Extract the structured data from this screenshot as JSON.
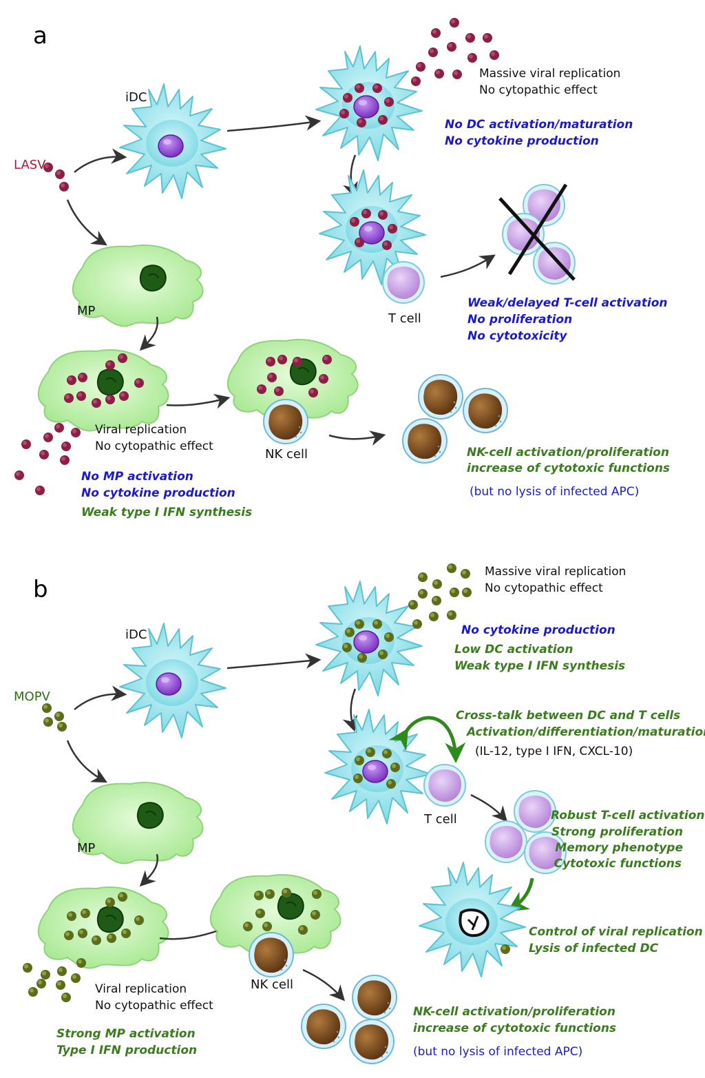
{
  "colors": {
    "lasv_particle": "#8c1f45",
    "mopv_particle": "#5b6d1c",
    "dc_body": "#8fe3ec",
    "mp_body": "#b9f0a8",
    "nucleus_purple": "#9b4fd8",
    "nk_nucleus": "#7a4a1c",
    "arrow": "#333333",
    "green_arrow": "#2f8a1e",
    "blue_text": "#1a1acc",
    "green_text": "#3a7d1e"
  },
  "panel_a": {
    "label": "a",
    "virus": "LASV",
    "idc": "iDC",
    "mp": "MP",
    "t_cell": "T cell",
    "nk_cell": "NK cell",
    "dc_infection": [
      "Massive viral replication",
      "No cytopathic effect"
    ],
    "dc_effects": [
      "No DC activation/maturation",
      "No cytokine production"
    ],
    "t_effects": [
      "Weak/delayed T-cell activation",
      "No proliferation",
      "No cytotoxicity"
    ],
    "mp_infection": [
      "Viral replication",
      "No cytopathic effect"
    ],
    "mp_effects_blue": [
      "No MP activation",
      "No cytokine production"
    ],
    "mp_effects_green": "Weak type I IFN synthesis",
    "nk_effects": [
      "NK-cell activation/proliferation",
      "increase of cytotoxic functions"
    ],
    "nk_note": "(but no lysis of infected APC)"
  },
  "panel_b": {
    "label": "b",
    "virus": "MOPV",
    "idc": "iDC",
    "mp": "MP",
    "t_cell": "T cell",
    "nk_cell": "NK cell",
    "dc_infection": [
      "Massive viral replication",
      "No cytopathic effect"
    ],
    "dc_effect_blue": "No cytokine production",
    "dc_effects_green": [
      "Low DC activation",
      "Weak type I IFN synthesis"
    ],
    "crosstalk": [
      "Cross-talk between DC and T cells",
      "Activation/differentiation/maturation"
    ],
    "crosstalk_note": "(IL-12, type I IFN, CXCL-10)",
    "t_effects": [
      "Robust T-cell activation",
      "Strong proliferation",
      "Memory phenotype",
      "Cytotoxic functions"
    ],
    "lysis_effects": [
      "Control of viral replication",
      "Lysis of infected DC"
    ],
    "mp_infection": [
      "Viral replication",
      "No cytopathic effect"
    ],
    "mp_effects": [
      "Strong MP activation",
      "Type I IFN production"
    ],
    "nk_effects": [
      "NK-cell activation/proliferation",
      "increase of cytotoxic functions"
    ],
    "nk_note": "(but no lysis of infected APC)"
  }
}
